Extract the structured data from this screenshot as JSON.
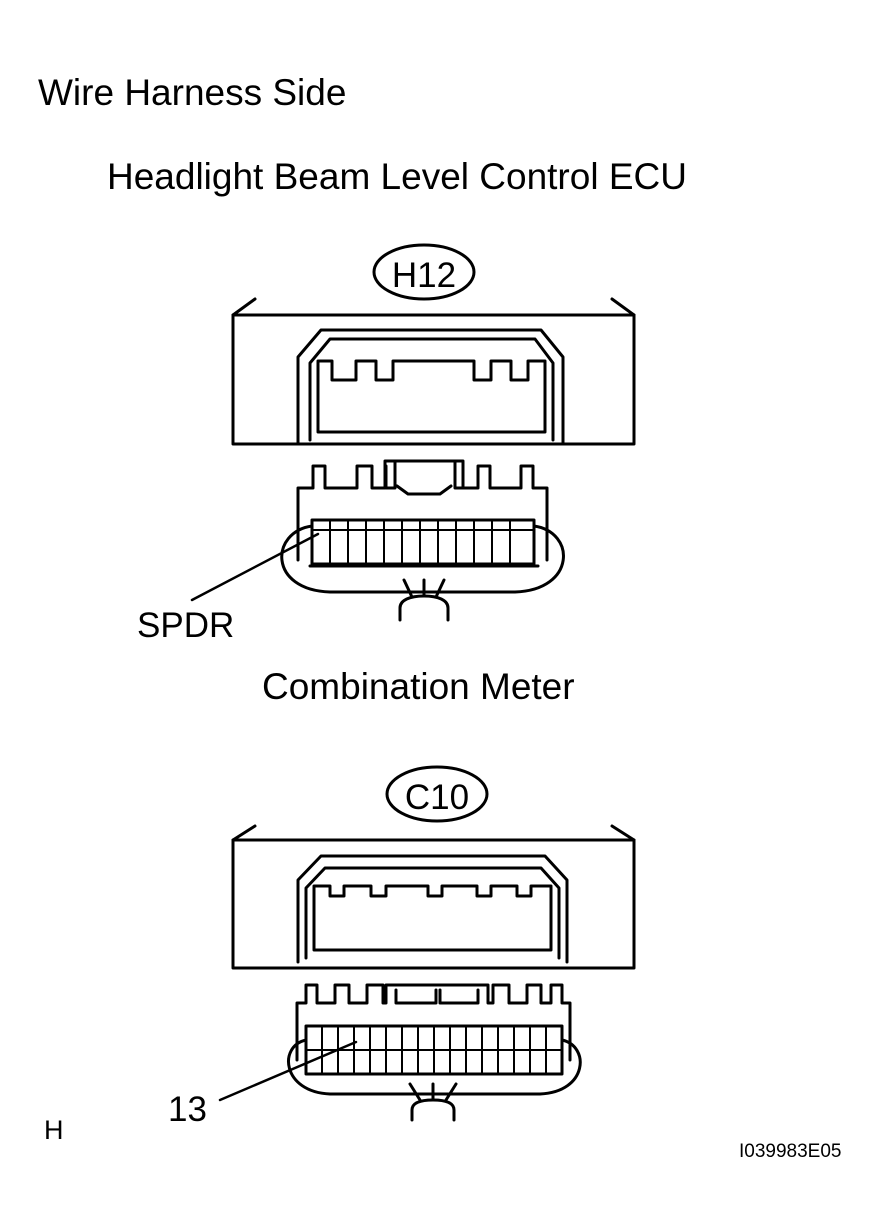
{
  "title": "Wire Harness Side",
  "connectors": [
    {
      "component": "Headlight Beam Level Control ECU",
      "code": "H12",
      "pin_label": "SPDR"
    },
    {
      "component": "Combination Meter",
      "code": "C10",
      "pin_label": "13"
    }
  ],
  "corner_mark": "H",
  "figure_id": "I039983E05",
  "colors": {
    "line": "#000000",
    "background": "#ffffff"
  }
}
